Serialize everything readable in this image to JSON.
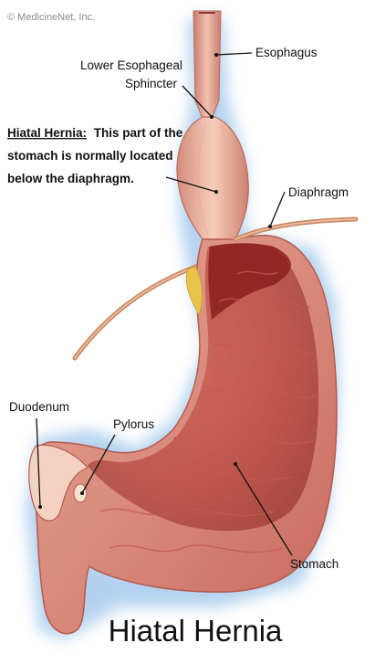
{
  "credit": "© MedicineNet, Inc.",
  "title": "Hiatal Hernia",
  "labels": {
    "esophagus": "Esophagus",
    "les_line1": "Lower Esophageal",
    "les_line2": "Sphincter",
    "diaphragm": "Diaphragm",
    "duodenum": "Duodenum",
    "pylorus": "Pylorus",
    "stomach": "Stomach"
  },
  "annotation": {
    "heading": "Hiatal Hernia:",
    "line1_rest": "This part of the",
    "line2": "stomach is normally located",
    "line3": "below the diaphragm."
  },
  "colors": {
    "stomach_outer": "#d98a7c",
    "stomach_inner": "#a8322c",
    "glow": "#9cc4ea",
    "diaphragm": "#c98a66",
    "fat": "#e8c24a"
  }
}
